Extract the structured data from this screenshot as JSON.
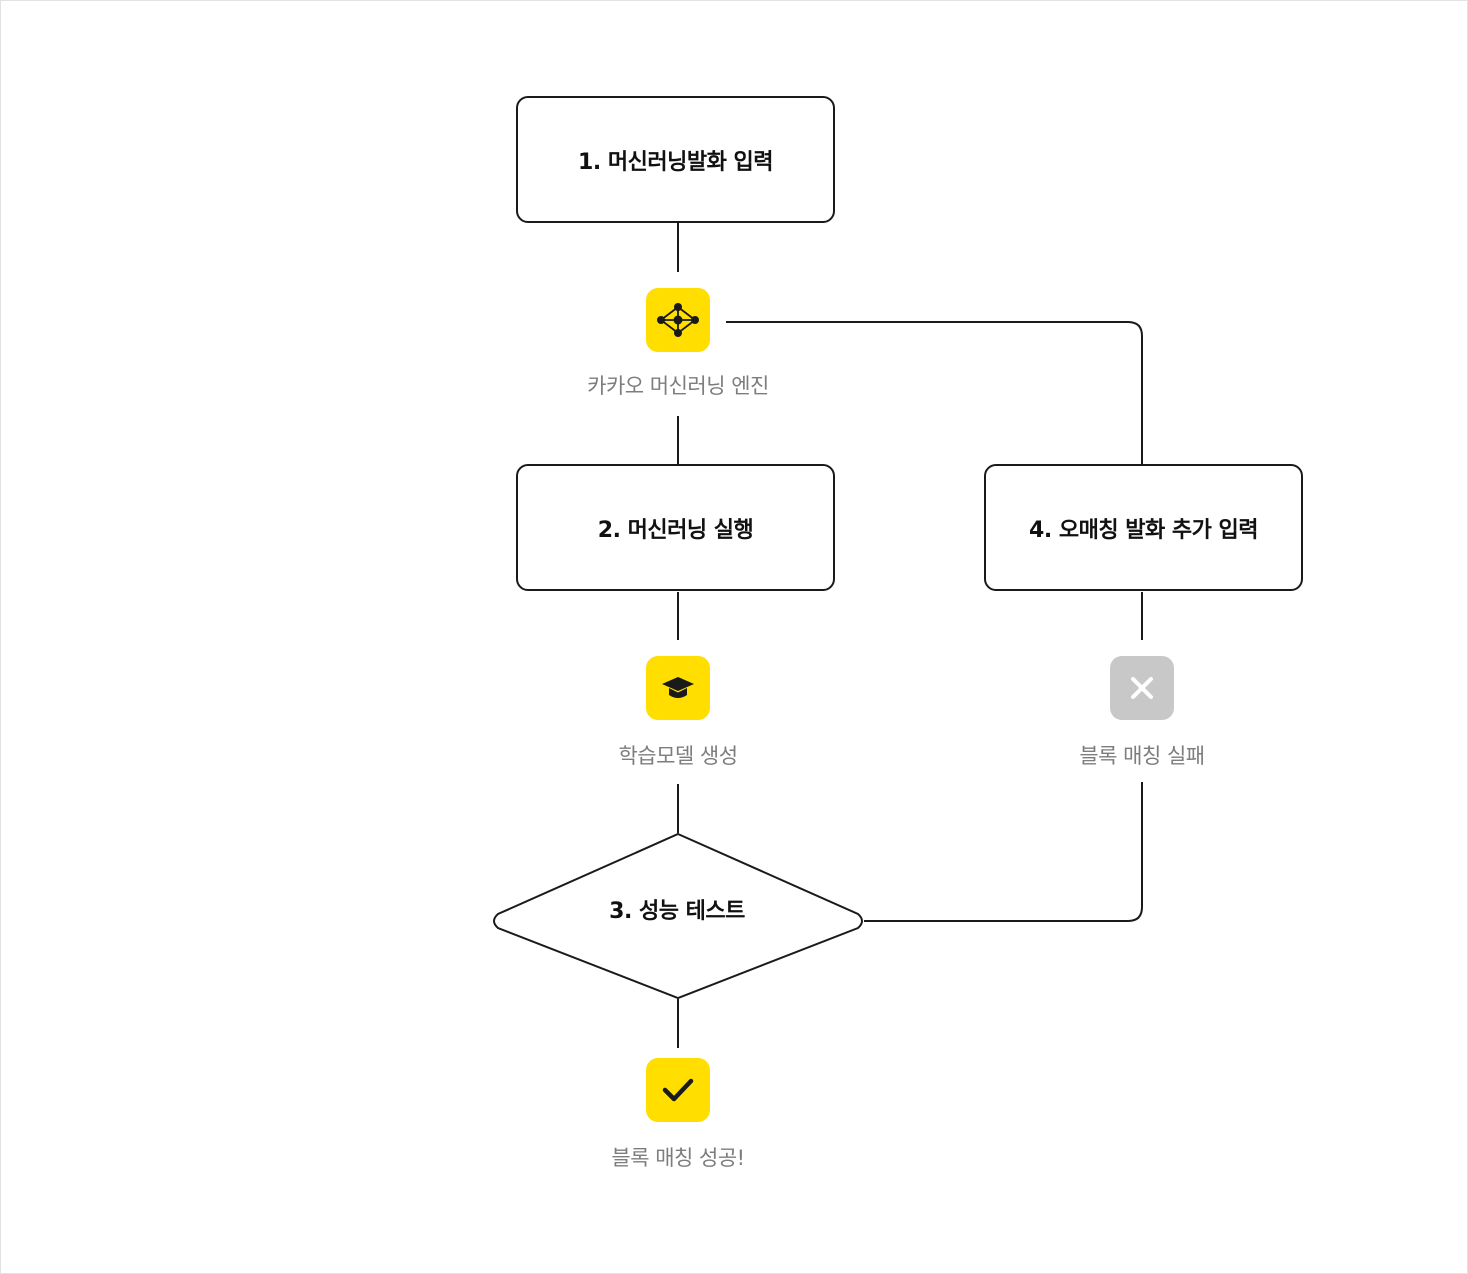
{
  "colors": {
    "accent": "#FFDE00",
    "fail": "#C8C8C8",
    "line": "#1a1a1a",
    "caption": "#7d7d7d"
  },
  "nodes": {
    "step1": "1. 머신러닝발화 입력",
    "step2": "2. 머신러닝 실행",
    "step3": "3. 성능 테스트",
    "step4": "4. 오매칭 발화 추가 입력"
  },
  "states": {
    "engine": {
      "icon": "neural-network-icon",
      "label": "카카오 머신러닝 엔진"
    },
    "model": {
      "icon": "graduation-cap-icon",
      "label": "학습모델 생성"
    },
    "fail": {
      "icon": "close-icon",
      "label": "블록 매칭 실패"
    },
    "success": {
      "icon": "checkmark-icon",
      "label": "블록 매칭 성공!"
    }
  }
}
